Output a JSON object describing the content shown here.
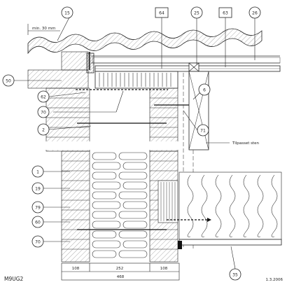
{
  "drawing": {
    "code": "M9UG2",
    "date": "1.3.2006",
    "note_min": "min. 30 mm",
    "note_stone": "Tilpasset sten",
    "callouts": {
      "c15": "15",
      "c64": "64",
      "c25": "25",
      "c63": "63",
      "c26": "26",
      "c50": "50",
      "c62": "62",
      "c6": "6",
      "c70a": "70",
      "c2": "2",
      "c71": "71",
      "c1": "1",
      "c19": "19",
      "c79": "79",
      "c60": "60",
      "c70b": "70",
      "c35": "35"
    },
    "dimensions": {
      "d108a": "108",
      "d252": "252",
      "d108b": "108",
      "d468": "468"
    }
  }
}
